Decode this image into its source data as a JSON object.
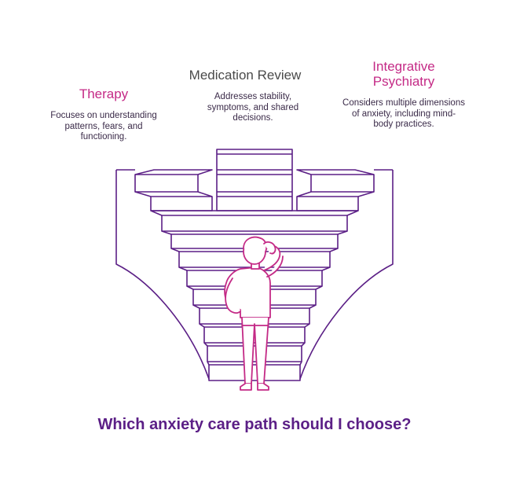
{
  "options": [
    {
      "title": "Therapy",
      "description": "Focuses on understanding patterns, fears, and functioning."
    },
    {
      "title": "Medication Review",
      "description": "Addresses stability, symptoms, and shared decisions."
    },
    {
      "title": "Integrative Psychiatry",
      "description": "Considers multiple dimensions of anxiety, including mind-body practices."
    }
  ],
  "question": "Which anxiety care path should I choose?",
  "colors": {
    "stairs": "#5b1f86",
    "person": "#c42a86",
    "therapy_title": "#c42a86",
    "medication_title": "#4a4a4a",
    "integrative_title": "#c42a86",
    "question": "#5b1f86"
  }
}
